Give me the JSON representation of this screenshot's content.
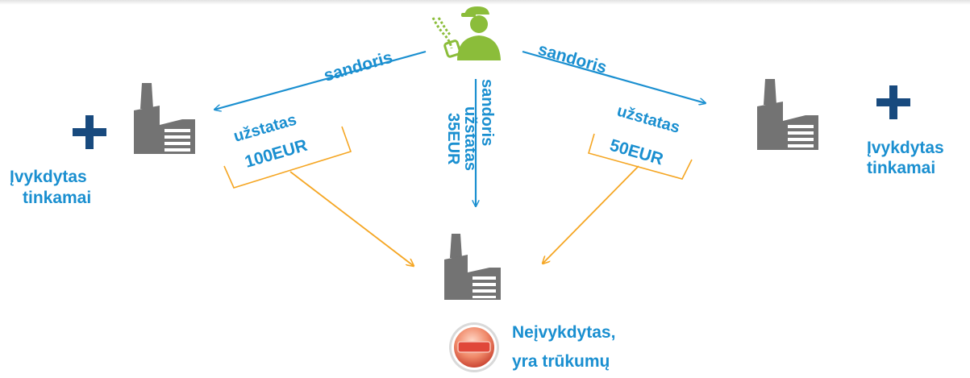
{
  "arrows": {
    "left_label": "sandoris",
    "right_label": "sandoris",
    "center_label_1": "sandoris",
    "center_label_2": "užstatas",
    "center_label_3": "35EUR"
  },
  "left_deposit": {
    "line1": "užstatas",
    "line2": "100EUR"
  },
  "right_deposit": {
    "line1": "užstatas",
    "line2": "50EUR"
  },
  "left_status": {
    "line1": "Įvykdytas",
    "line2": "tinkamai"
  },
  "right_status": {
    "line1": "Įvykdytas",
    "line2": "tinkamai"
  },
  "bottom_status": {
    "line1": "Neįvykdytas,",
    "line2": "yra trūkumų"
  },
  "colors": {
    "arrow_blue": "#1a8fd0",
    "text_blue": "#1a8fd0",
    "plus_navy": "#184a7e",
    "orange": "#f5a623",
    "factory_gray": "#737373",
    "person_green": "#8bbd3a",
    "stop_red": "#e0473a"
  }
}
